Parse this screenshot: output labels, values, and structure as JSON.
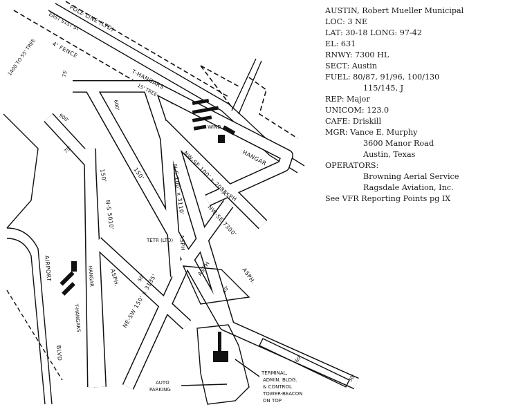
{
  "info": {
    "title": "AUSTIN, Robert Mueller Municipal",
    "loc": "LOC:  3 NE",
    "latlong": "LAT:  30-18  LONG:  97-42",
    "el": "EL:  631",
    "rnwy": "RNWY:  7300 HL",
    "sect": "SECT:  Austin",
    "fuel": "FUEL:  80/87, 91/96, 100/130",
    "fuel2": "115/145, J",
    "rep": "REP:  Major",
    "unicom": "UNICOM:  123.0",
    "cafe": "CAFE:  Driskill",
    "mgr": "MGR:  Vance E. Murphy",
    "mgr_addr1": "3600 Manor Road",
    "mgr_addr2": "Austin, Texas",
    "operators_label": "OPERATORS:",
    "operators": [
      "Browning Aerial Service",
      "Ragsdale Aviation, Inc."
    ],
    "vfr_note": "See VFR Reporting Points pg IX"
  },
  "diagram": {
    "pole_line": "POLE LINE (LTD)",
    "street": "EAST 51ST ST",
    "fence": "4' FENCE",
    "tree_note": "1400 TO 55' TREE",
    "t_hangars_top": "T-HANGARS",
    "tree_15": "15' TREE",
    "hangar_right": "HANGAR",
    "wind": "WIND",
    "dim_900": "900'",
    "dim_75a": "75'",
    "dim_75b": "75'",
    "dim_600": "600'",
    "dim_150a": "150'",
    "dim_150b": "150'",
    "rw_ns_5010": "N-S 5010'",
    "rw_ns_3110": "N-S 100' x 3110'",
    "rw_nwse_2085": "NW-SE 100' x 2085'",
    "rw_nwse_7300": "NW-SE 7300'",
    "rw_nesw": "NE-SW 150' x 3135'",
    "asph1": "ASPH.",
    "asph2": "ASPH",
    "asph3": "ASPH",
    "asph4": "ASPH.",
    "asph5": "ASPH",
    "tetr": "TETR (LTD)",
    "airport_blvd_1": "AIRPORT",
    "airport_blvd_2": "BLVD",
    "t_hangars_left": "T-HANGARS",
    "hangar_left": "HANGAR",
    "auto_parking_1": "AUTO",
    "auto_parking_2": "PARKING",
    "terminal_1": "TERMINAL,",
    "terminal_2": "ADMIN. BLDG.",
    "terminal_3": "& CONTROL",
    "terminal_4": "TOWER-BEACON",
    "terminal_5": "ON TOP",
    "dim_60": "60'",
    "dim_30": "30'",
    "dim_40": "40'",
    "dim_50": "50'"
  }
}
